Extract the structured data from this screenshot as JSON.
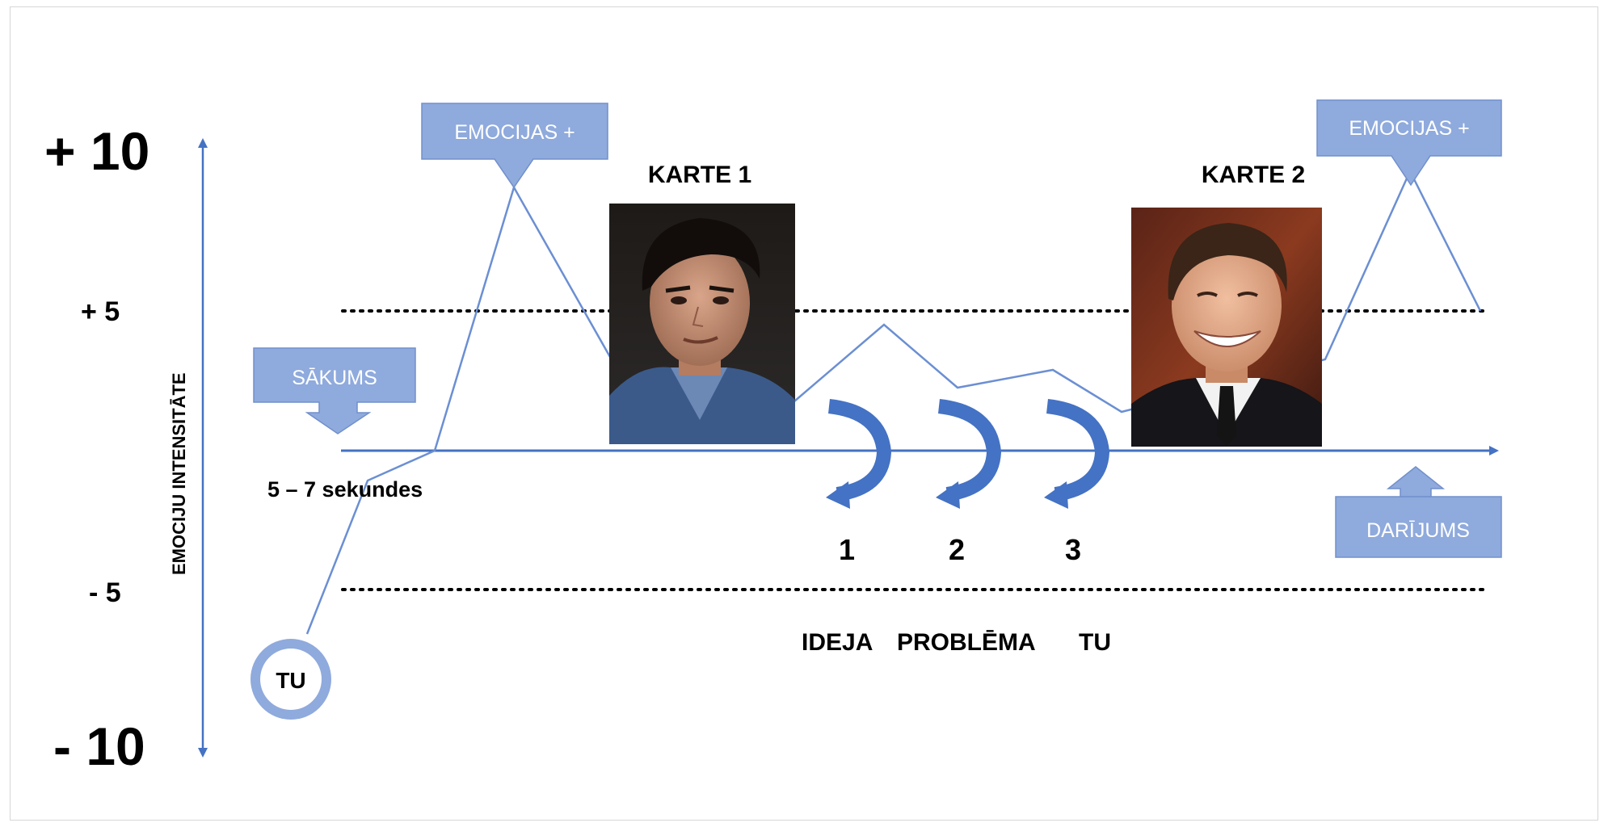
{
  "axis": {
    "title": "EMOCIJU INTENSITĀTE",
    "ticks": {
      "top": "+ 10",
      "upper": "+ 5",
      "lower": "- 5",
      "bottom": "- 10"
    }
  },
  "callouts": {
    "start": "SĀKUMS",
    "emotion_left": "EMOCIJAS +",
    "emotion_right": "EMOCIJAS +",
    "deal": "DARĪJUMS"
  },
  "cards": {
    "card1": "KARTE 1",
    "card2": "KARTE 2"
  },
  "timing": "5 – 7 sekundes",
  "you_marker": "TU",
  "steps": [
    "1",
    "2",
    "3"
  ],
  "footer_terms": [
    "IDEJA",
    "PROBLĒMA",
    "TU"
  ],
  "colors": {
    "accent": "#4472c4",
    "callout_fill": "#8faadc",
    "line": "#6b8fd3"
  }
}
